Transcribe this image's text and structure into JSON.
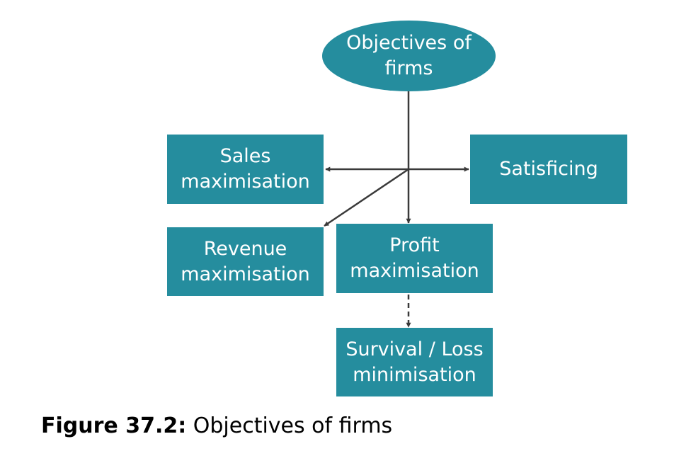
{
  "diagram": {
    "colors": {
      "node_fill": "#258d9e",
      "node_text": "#ffffff",
      "connector": "#3a3a3a"
    },
    "nodes": {
      "root": "Objectives of\nfirms",
      "sales": "Sales\nmaximisation",
      "satisficing": "Satisficing",
      "revenue": "Revenue\nmaximisation",
      "profit": "Profit\nmaximisation",
      "survival": "Survival / Loss\nminimisation"
    }
  },
  "caption": {
    "label": "Figure 37.2:",
    "text": " Objectives of firms"
  }
}
